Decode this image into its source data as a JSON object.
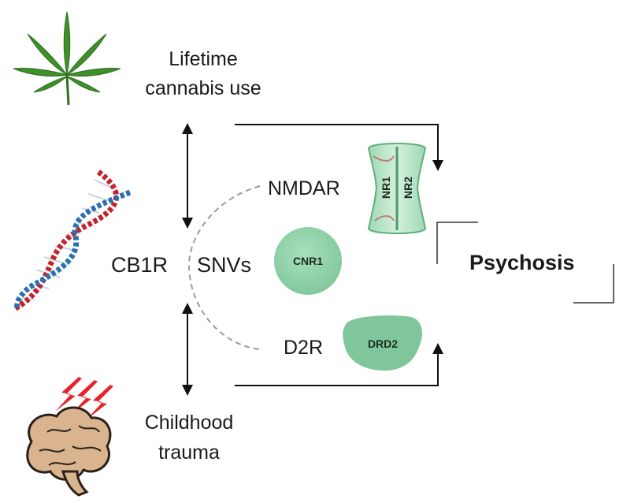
{
  "labels": {
    "cannabis": [
      "Lifetime",
      "cannabis use"
    ],
    "trauma": [
      "Childhood",
      "trauma"
    ],
    "cb1r": "CB1R",
    "snvs": "SNVs",
    "nmdar": "NMDAR",
    "d2r": "D2R",
    "psychosis": "Psychosis"
  },
  "proteins": {
    "nr1": "NR1",
    "nr2": "NR2",
    "cnr1": "CNR1",
    "drd2": "DRD2"
  },
  "icons": [
    "cannabis-leaf-icon",
    "dna-helix-icon",
    "brain-icon",
    "lightning-icon"
  ],
  "colors": {
    "protein_green": "#8fd3a8",
    "protein_dark_green": "#6cbf86",
    "leaf_green": "#3f8f2a",
    "dna_red": "#c4232b",
    "dna_blue": "#2a6fb0",
    "brain_tan": "#d9b48f",
    "lightning_red": "#e8222a"
  }
}
